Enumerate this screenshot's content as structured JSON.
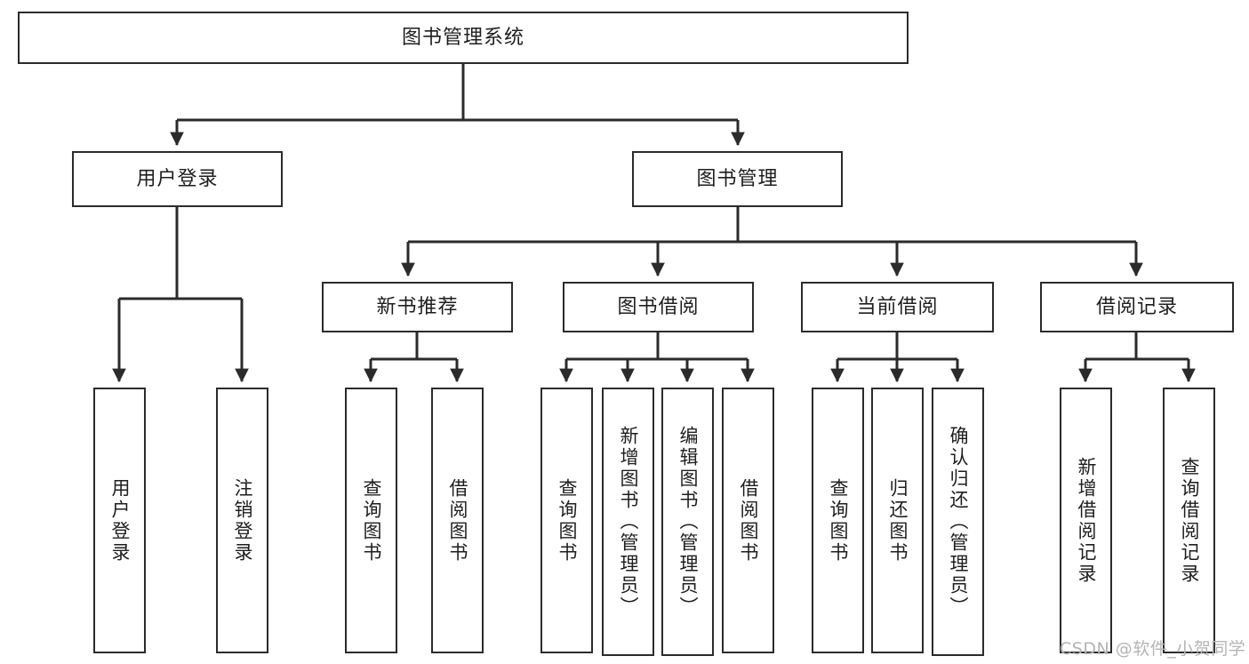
{
  "diagram": {
    "title": "图书管理系统",
    "type": "tree-hierarchy",
    "root": {
      "label": "图书管理系统"
    },
    "level1": [
      {
        "label": "用户登录"
      },
      {
        "label": "图书管理"
      }
    ],
    "level2": [
      {
        "label": "新书推荐"
      },
      {
        "label": "图书借阅"
      },
      {
        "label": "当前借阅"
      },
      {
        "label": "借阅记录"
      }
    ],
    "leaves": {
      "user_login": [
        {
          "label": "用户登录"
        },
        {
          "label": "注销登录"
        }
      ],
      "new_book_recommend": [
        {
          "label": "查询图书"
        },
        {
          "label": "借阅图书"
        }
      ],
      "book_borrow": [
        {
          "label": "查询图书"
        },
        {
          "label": "新增图书（管理员）"
        },
        {
          "label": "编辑图书（管理员）"
        },
        {
          "label": "借阅图书"
        }
      ],
      "current_borrow": [
        {
          "label": "查询图书"
        },
        {
          "label": "归还图书"
        },
        {
          "label": "确认归还（管理员）"
        }
      ],
      "borrow_record": [
        {
          "label": "新增借阅记录"
        },
        {
          "label": "查询借阅记录"
        }
      ]
    }
  },
  "watermark": {
    "text": "CSDN @软件_小贺同学"
  },
  "colors": {
    "stroke": "#2b2b2b",
    "fill": "#ffffff",
    "text": "#1e1e1e",
    "watermark": "#b4b4b4"
  }
}
